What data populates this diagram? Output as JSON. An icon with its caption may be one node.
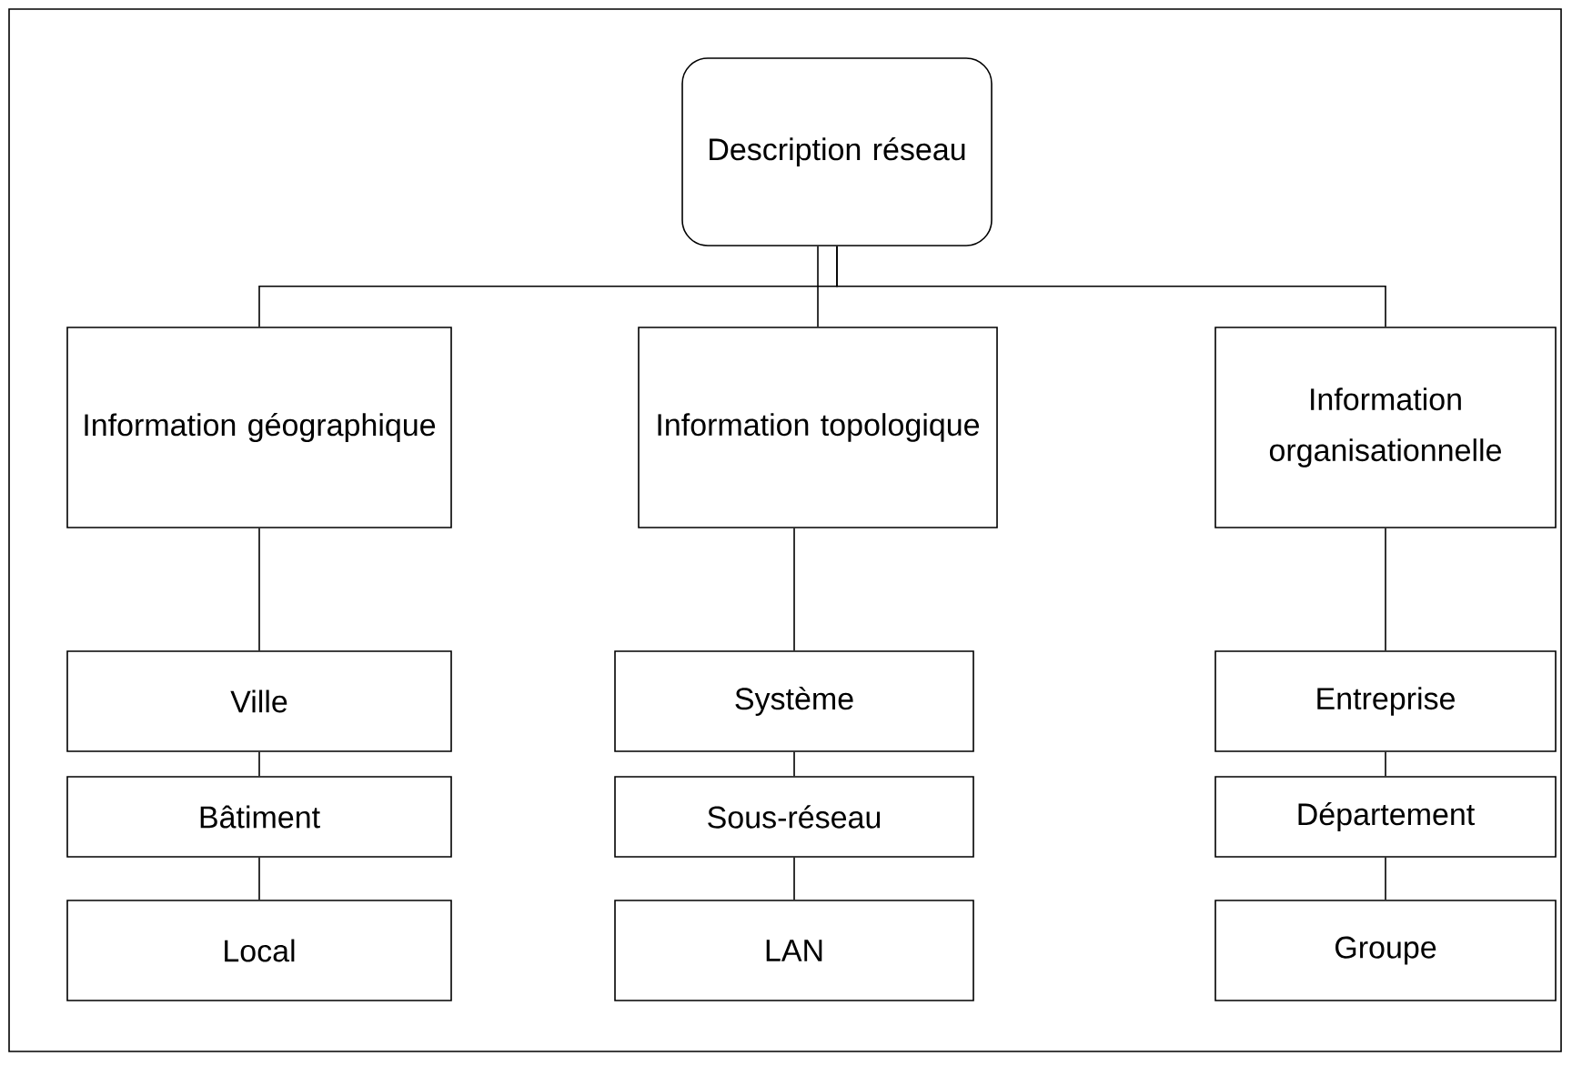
{
  "diagram": {
    "nodes": [
      {
        "text": [
          "Description réseau"
        ]
      },
      {
        "text": [
          "Information géographique"
        ]
      },
      {
        "text": [
          "Information topologique"
        ]
      },
      {
        "text": [
          "Information organisationnelle"
        ]
      },
      {
        "text": [
          "Ville"
        ]
      },
      {
        "text": [
          "Bâtiment"
        ]
      },
      {
        "text": [
          "Local"
        ]
      },
      {
        "text": [
          "Système"
        ]
      },
      {
        "text": [
          "Sous-réseau"
        ]
      },
      {
        "text": [
          "LAN"
        ]
      },
      {
        "text": [
          "Entreprise"
        ]
      },
      {
        "text": [
          "Département"
        ]
      },
      {
        "text": [
          "Groupe"
        ]
      }
    ],
    "edges": [
      {
        "from": 0,
        "to": 1,
        "arrow": "none"
      },
      {
        "from": 0,
        "to": 2,
        "arrow": "none"
      },
      {
        "from": 0,
        "to": 3,
        "arrow": "none"
      },
      {
        "from": 1,
        "to": 4,
        "arrow": "none"
      },
      {
        "from": 4,
        "to": 5,
        "arrow": "none"
      },
      {
        "from": 5,
        "to": 6,
        "arrow": "none"
      },
      {
        "from": 2,
        "to": 7,
        "arrow": "none"
      },
      {
        "from": 7,
        "to": 8,
        "arrow": "none"
      },
      {
        "from": 8,
        "to": 9,
        "arrow": "none"
      },
      {
        "from": 3,
        "to": 10,
        "arrow": "none"
      },
      {
        "from": 10,
        "to": 11,
        "arrow": "none"
      },
      {
        "from": 11,
        "to": 12,
        "arrow": "none"
      }
    ]
  }
}
